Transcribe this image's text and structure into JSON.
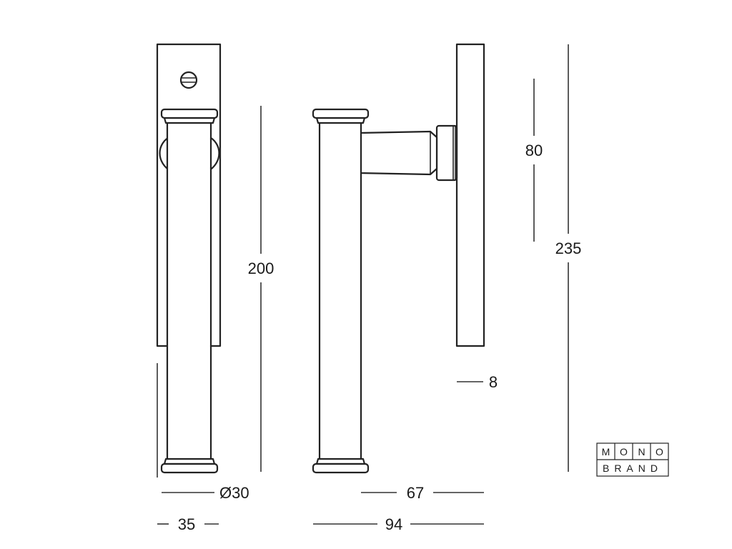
{
  "dimensions": {
    "height_handle": "200",
    "height_total": "235",
    "height_arm": "80",
    "plate_thickness": "8",
    "diameter": "Ø30",
    "plate_width": "35",
    "projection_arm": "67",
    "projection_total": "94"
  },
  "logo": {
    "top_letters": [
      "M",
      "O",
      "N",
      "O"
    ],
    "bottom_text": "BRAND"
  },
  "colors": {
    "line": "#222222",
    "background": "#ffffff"
  }
}
